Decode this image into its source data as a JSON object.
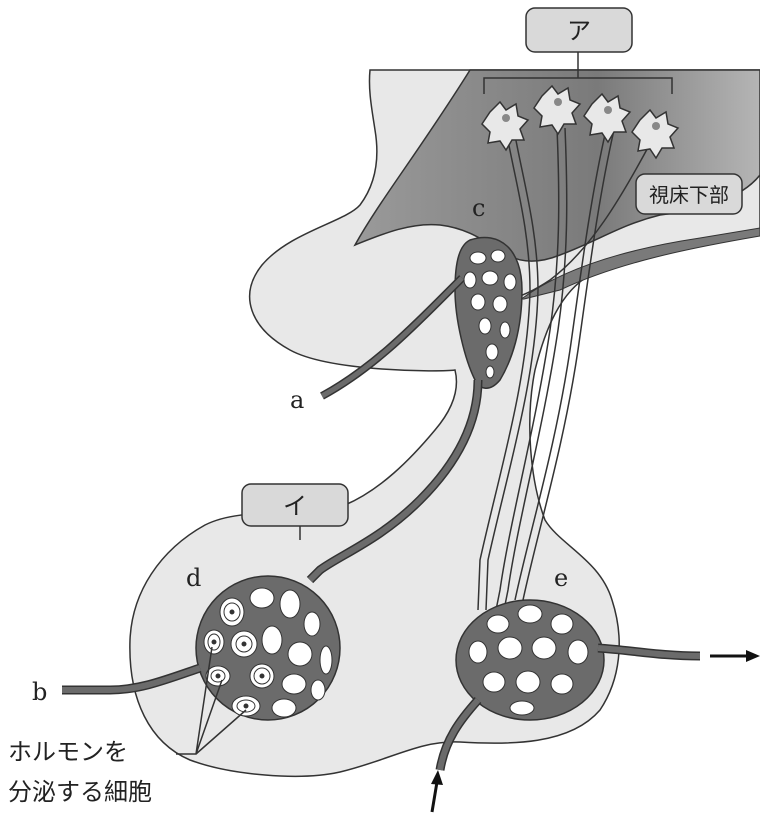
{
  "labels": {
    "box_a": "ア",
    "box_i": "イ",
    "hypothalamus": "視床下部",
    "a": "a",
    "b": "b",
    "c": "c",
    "d": "d",
    "e": "e",
    "secreting_cells_line1": "ホルモンを",
    "secreting_cells_line2": "分泌する細胞"
  },
  "colors": {
    "tissue_light": "#e8e8e8",
    "hypothalamus_dark": "#8a8a8a",
    "vessel_dark": "#6b6b6b",
    "outline": "#333333",
    "box_fill": "#d9d9d9"
  }
}
